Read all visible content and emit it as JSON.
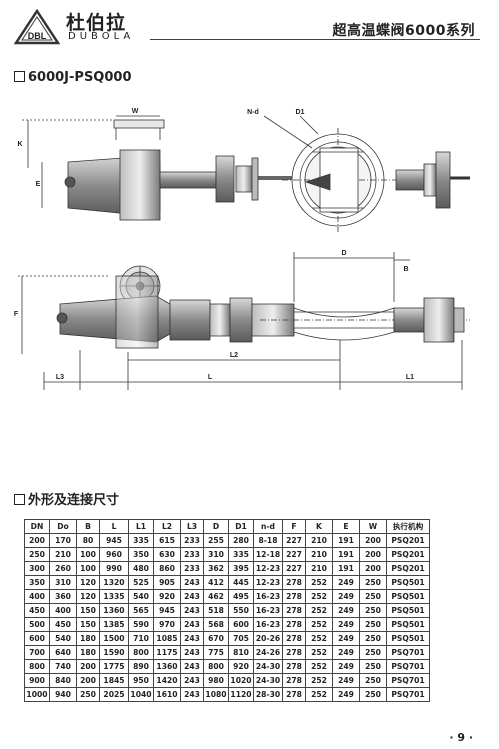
{
  "header": {
    "logo_mark": "DBL",
    "brand_cn": "杜伯拉",
    "brand_en": "DUBOLA",
    "page_title": "超高温蝶阀6000系列"
  },
  "sections": {
    "model": "6000J-PSQ000",
    "dims_title": "外形及连接尺寸"
  },
  "drawing_labels": {
    "w": "W",
    "nd": "N-d",
    "d1": "D1",
    "k": "K",
    "e": "E",
    "d": "D",
    "b": "B",
    "f": "F",
    "l2": "L2",
    "l3": "L3",
    "l": "L",
    "l1": "L1"
  },
  "table": {
    "headers": [
      "DN",
      "Do",
      "B",
      "L",
      "L1",
      "L2",
      "L3",
      "D",
      "D1",
      "n-d",
      "F",
      "K",
      "E",
      "W",
      "执行机构"
    ],
    "rows": [
      [
        "200",
        "170",
        "80",
        "945",
        "335",
        "615",
        "233",
        "255",
        "280",
        "8-18",
        "227",
        "210",
        "191",
        "200",
        "PSQ201"
      ],
      [
        "250",
        "210",
        "100",
        "960",
        "350",
        "630",
        "233",
        "310",
        "335",
        "12-18",
        "227",
        "210",
        "191",
        "200",
        "PSQ201"
      ],
      [
        "300",
        "260",
        "100",
        "990",
        "480",
        "860",
        "233",
        "362",
        "395",
        "12-23",
        "227",
        "210",
        "191",
        "200",
        "PSQ201"
      ],
      [
        "350",
        "310",
        "120",
        "1320",
        "525",
        "905",
        "243",
        "412",
        "445",
        "12-23",
        "278",
        "252",
        "249",
        "250",
        "PSQ501"
      ],
      [
        "400",
        "360",
        "120",
        "1335",
        "540",
        "920",
        "243",
        "462",
        "495",
        "16-23",
        "278",
        "252",
        "249",
        "250",
        "PSQ501"
      ],
      [
        "450",
        "400",
        "150",
        "1360",
        "565",
        "945",
        "243",
        "518",
        "550",
        "16-23",
        "278",
        "252",
        "249",
        "250",
        "PSQ501"
      ],
      [
        "500",
        "450",
        "150",
        "1385",
        "590",
        "970",
        "243",
        "568",
        "600",
        "16-23",
        "278",
        "252",
        "249",
        "250",
        "PSQ501"
      ],
      [
        "600",
        "540",
        "180",
        "1500",
        "710",
        "1085",
        "243",
        "670",
        "705",
        "20-26",
        "278",
        "252",
        "249",
        "250",
        "PSQ501"
      ],
      [
        "700",
        "640",
        "180",
        "1590",
        "800",
        "1175",
        "243",
        "775",
        "810",
        "24-26",
        "278",
        "252",
        "249",
        "250",
        "PSQ701"
      ],
      [
        "800",
        "740",
        "200",
        "1775",
        "890",
        "1360",
        "243",
        "800",
        "920",
        "24-30",
        "278",
        "252",
        "249",
        "250",
        "PSQ701"
      ],
      [
        "900",
        "840",
        "200",
        "1845",
        "950",
        "1420",
        "243",
        "980",
        "1020",
        "24-30",
        "278",
        "252",
        "249",
        "250",
        "PSQ701"
      ],
      [
        "1000",
        "940",
        "250",
        "2025",
        "1040",
        "1610",
        "243",
        "1080",
        "1120",
        "28-30",
        "278",
        "252",
        "249",
        "250",
        "PSQ701"
      ]
    ]
  },
  "footer": {
    "page_number": "· 9 ·"
  }
}
